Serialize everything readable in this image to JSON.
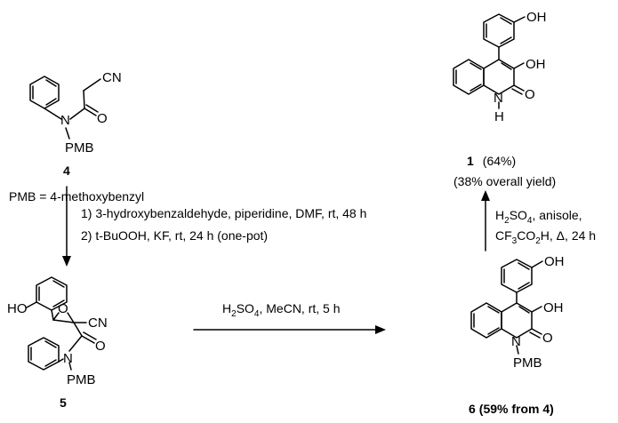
{
  "compound_4": {
    "number": "4",
    "definition": "PMB = 4-methoxybenzyl"
  },
  "step_1": {
    "line1": "1) 3-hydroxybenzaldehyde, piperidine, DMF, rt, 48 h",
    "line2": "2) t-BuOOH, KF, rt, 24 h (one-pot)"
  },
  "compound_5": {
    "number": "5"
  },
  "step_2": {
    "reagent_a": "H",
    "reagent_a_sub": "2",
    "reagent_b": "SO",
    "reagent_b_sub": "4",
    "rest": ", MeCN, rt, 5 h"
  },
  "compound_6": {
    "number": "6",
    "yield_open": "(59% from ",
    "yield_ref": "4",
    "yield_close": ")"
  },
  "step_3": {
    "l1_a": "H",
    "l1_a_sub": "2",
    "l1_b": "SO",
    "l1_b_sub": "4",
    "l1_rest": ", anisole,",
    "l2_a": "CF",
    "l2_a_sub": "3",
    "l2_b": "CO",
    "l2_b_sub": "2",
    "l2_rest": "H, Δ, 24 h"
  },
  "compound_1": {
    "number": "1",
    "yield": "(64%)",
    "overall": "(38% overall yield)"
  },
  "atoms": {
    "CN": "CN",
    "N": "N",
    "O": "O",
    "OH": "OH",
    "HO": "HO",
    "H": "H",
    "PMB": "PMB"
  }
}
